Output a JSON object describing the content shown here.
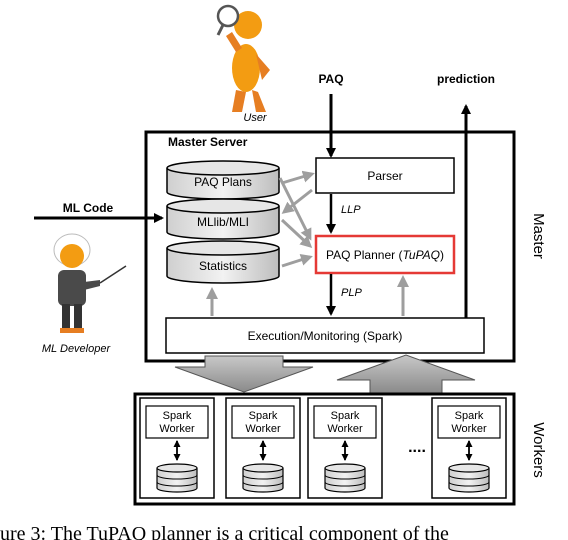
{
  "labels": {
    "user": "User",
    "ml_developer": "ML Developer",
    "paq_input": "PAQ",
    "prediction": "prediction",
    "ml_code": "ML Code",
    "master_server": "Master Server",
    "master_side": "Master",
    "workers_side": "Workers",
    "llp": "LLP",
    "plp": "PLP",
    "ellipsis": "....",
    "spark_worker_line1": "Spark",
    "spark_worker_line2": "Worker"
  },
  "components": {
    "paq_plans": "PAQ Plans",
    "mllib": "MLlib/MLI",
    "statistics": "Statistics",
    "parser": "Parser",
    "planner_prefix": "PAQ Planner (",
    "planner_name": "TuPAQ",
    "planner_suffix": ")",
    "execution": "Execution/Monitoring (Spark)"
  },
  "caption": {
    "text": "ure 3: The TuPAQ planner is a critical component of the"
  },
  "colors": {
    "planner_border": "#e53935",
    "gray_arrow": "#9e9e9e",
    "figure_orange": "#f39c12"
  },
  "icons": [
    "user-figure-icon",
    "ml-developer-figure-icon",
    "database-icon"
  ]
}
